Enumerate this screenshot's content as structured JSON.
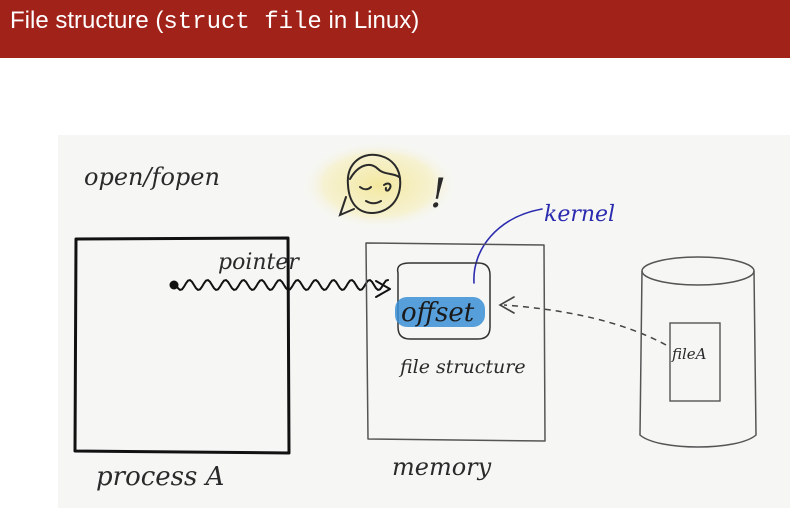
{
  "header": {
    "title_prefix": "File structure (",
    "title_code": "struct file",
    "title_suffix": " in Linux)"
  },
  "sketch": {
    "label_open": "open/fopen",
    "label_pointer": "pointer",
    "label_kernel": "kernel",
    "label_offset": "offset",
    "label_file_structure": "file structure",
    "label_file_a": "fileA",
    "label_process": "process A",
    "label_memory": "memory",
    "exclamation": "!"
  },
  "colors": {
    "title_bar": "#a12218",
    "canvas": "#f6f6f4",
    "ink": "#2a2a2a",
    "kernel_ink": "#2b2bb0",
    "offset_highlight": "#3b8fd6",
    "glow": "#f3e79a"
  }
}
